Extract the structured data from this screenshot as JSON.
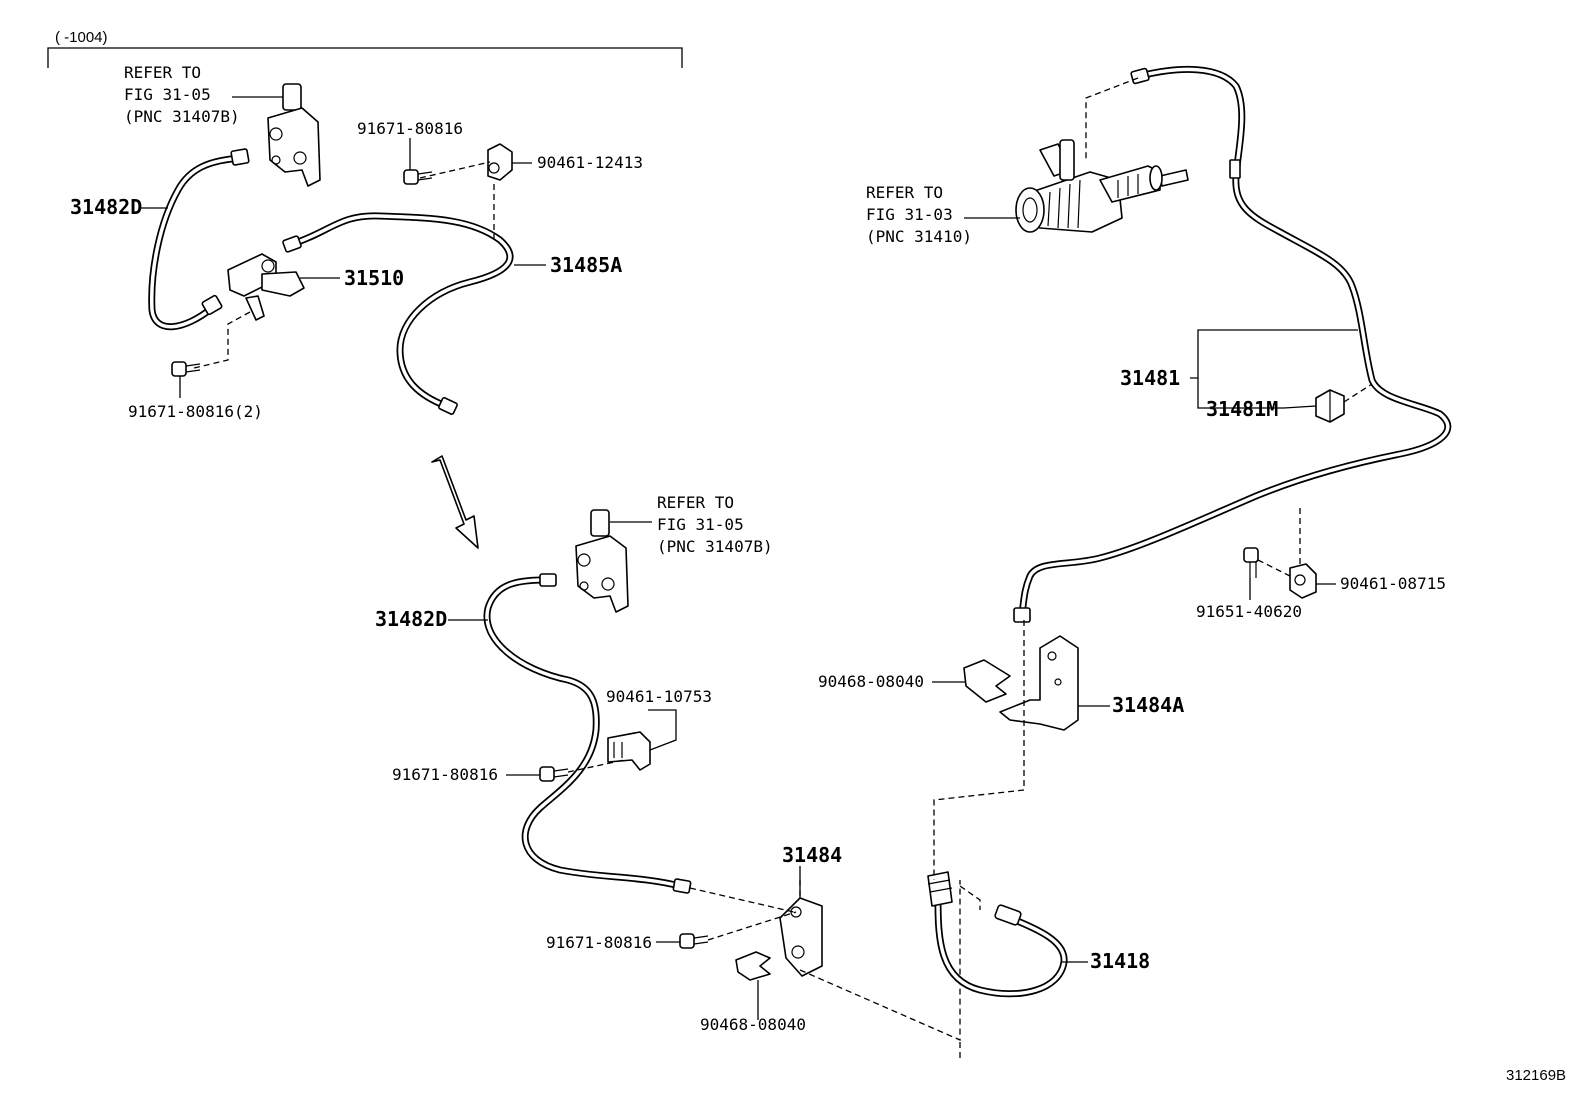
{
  "range_note": "(      -1004)",
  "figure_id": "312169B",
  "callouts": {
    "refer_top_left": [
      "REFER TO",
      "FIG 31-05",
      "(PNC 31407B)"
    ],
    "refer_mid": [
      "REFER TO",
      "FIG 31-05",
      "(PNC 31407B)"
    ],
    "refer_top_right": [
      "REFER TO",
      "FIG 31-03",
      "(PNC 31410)"
    ]
  },
  "parts": {
    "p31482D_a": "31482D",
    "p31510": "31510",
    "p91671_80816_2": "91671-80816(2)",
    "p91671_80816_a": "91671-80816",
    "p90461_12413": "90461-12413",
    "p31485A": "31485A",
    "p31482D_b": "31482D",
    "p90461_10753": "90461-10753",
    "p91671_80816_b": "91671-80816",
    "p31484": "31484",
    "p91671_80816_c": "91671-80816",
    "p90468_08040_a": "90468-08040",
    "p31481": "31481",
    "p31481M": "31481M",
    "p90461_08715": "90461-08715",
    "p91651_40620": "91651-40620",
    "p90468_08040_b": "90468-08040",
    "p31484A": "31484A",
    "p31418": "31418"
  }
}
